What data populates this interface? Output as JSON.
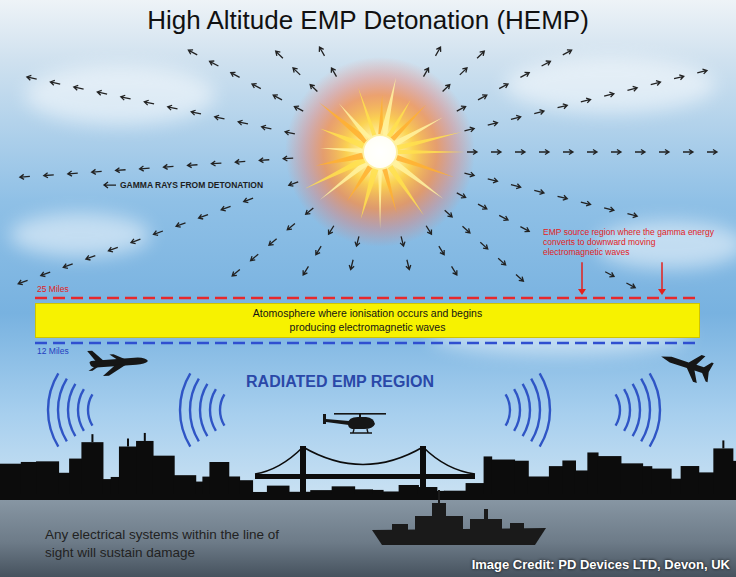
{
  "diagram": {
    "title": "High Altitude EMP Detonation (HEMP)",
    "nodes": [
      {
        "text": [
          "Atomosphere where ionisation occurs and begins producing electromagnetic waves"
        ]
      }
    ],
    "labels": [
      "GAMMA RAYS FROM DETONATION",
      "EMP source region where the gamma energy converts to downward moving electromagnetic waves",
      "25 Miles",
      "12 Miles",
      "RADIATED EMP REGION",
      "Any electrical systems within the line of sight will sustain damage",
      "Image Credit: PD Devices LTD, Devon, UK"
    ]
  }
}
